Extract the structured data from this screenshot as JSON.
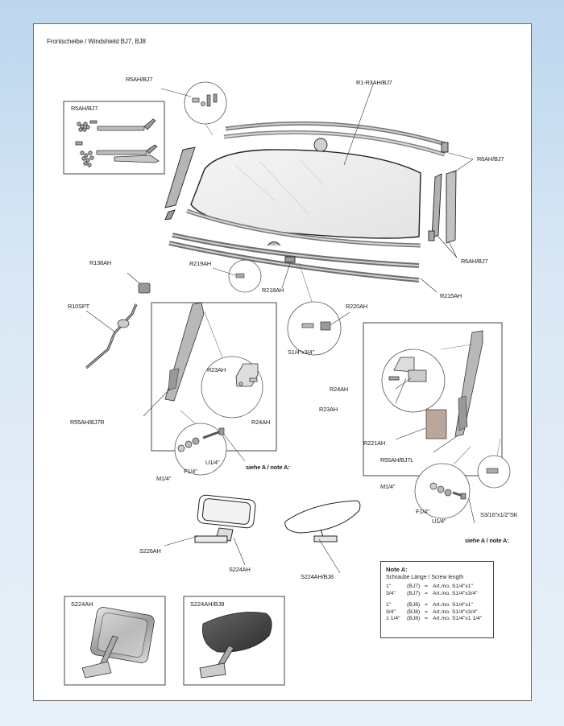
{
  "title": "Frontscheibe / Windshield  BJ7, BJ8",
  "labels": {
    "r5ah_bj7_top": "R5AH/BJ7",
    "r5ah_bj7_box": "R5AH/BJ7",
    "r1_r3ah_bj7": "R1-R3AH/BJ7",
    "r6ah_bj7_right": "R6AH/BJ7",
    "r6ah_bj7_lower": "R6AH/BJ7",
    "r138ah": "R138AH",
    "r219ah": "R219AH",
    "r218ah": "R218AH",
    "r215ah": "R215AH",
    "r10spt": "R10SPT",
    "r220ah": "R220AH",
    "s1_4x3_4": "S1/4\"x3/4\"",
    "r23ah_left": "R23AH",
    "r24ah_left": "R24AH",
    "r55ah_bj7r": "R55AH/BJ7R",
    "m1_4_left": "M1/4\"",
    "f1_4_left": "F1/4\"",
    "u1_4_left": "U1/4\"",
    "siehe_a_left": "siehe A / note A:",
    "r24ah_right": "R24AH",
    "r23ah_right": "R23AH",
    "r221ah": "R221AH",
    "r55ah_bj7l": "R55AH/BJ7L",
    "m1_4_right": "M1/4\"",
    "f1_4_right": "F1/4\"",
    "u1_4_right": "U1/4\"",
    "s3_16": "S3/16\"x1/2\"SK",
    "siehe_a_right": "siehe A / note A:",
    "s226ah": "S226AH",
    "s224ah": "S224AH",
    "s224ah_bj8": "S224AH/BJ8",
    "inset_s224ah": "S224AH",
    "inset_s224ah_bj8": "S224AH/BJ8"
  },
  "note_a": {
    "title": "Note A:",
    "subtitle": "Schraube Länge / Screw length",
    "rows_bj7": [
      {
        "len": "1\"",
        "model": "(BJ7)",
        "eq": "=",
        "art": "Art./no.",
        "part": "S1/4\"x1\""
      },
      {
        "len": "3/4\"",
        "model": "(BJ7)",
        "eq": "=",
        "art": "Art./no.",
        "part": "S1/4\"x3/4\""
      }
    ],
    "rows_bj8": [
      {
        "len": "1\"",
        "model": "(BJ8)",
        "eq": "=",
        "art": "Art./no.",
        "part": "S1/4\"x1\""
      },
      {
        "len": "3/4\"",
        "model": "(BJ8)",
        "eq": "=",
        "art": "Art./no.",
        "part": "S1/4\"x3/4\""
      },
      {
        "len": "1 1/4\"",
        "model": "(BJ8)",
        "eq": "=",
        "art": "Art./no.",
        "part": "S1/4\"x1 1/4\""
      }
    ]
  },
  "colors": {
    "page_bg": "#bcd6ee",
    "sheet_bg": "#ffffff",
    "line": "#222222"
  }
}
